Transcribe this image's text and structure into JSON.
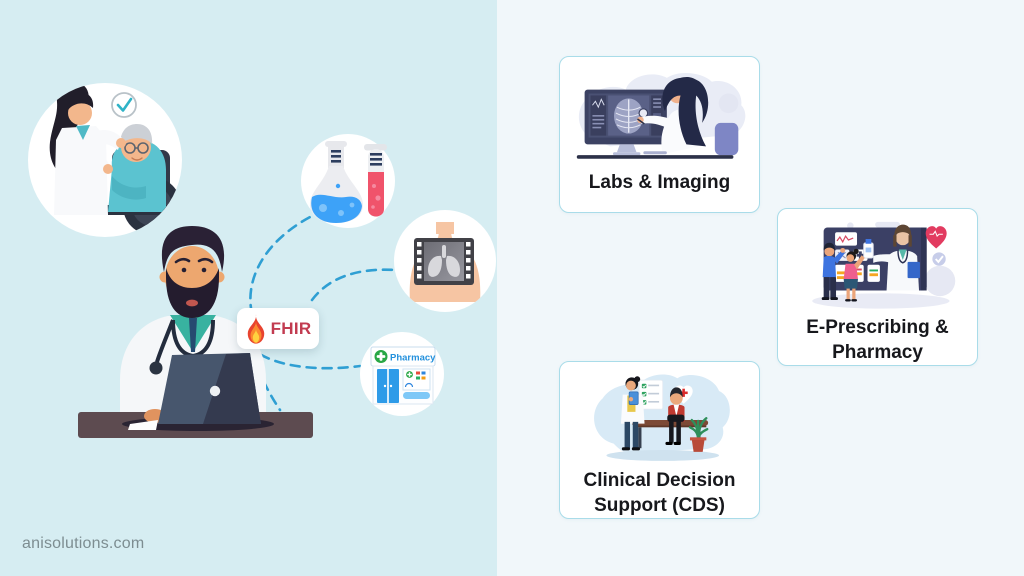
{
  "fhir_badge": {
    "label": "FHIR"
  },
  "pharmacy_sign": {
    "label": "Pharmacy"
  },
  "cards": [
    {
      "label": "Labs & Imaging"
    },
    {
      "label": "E-Prescribing & Pharmacy"
    },
    {
      "label": "Clinical Decision Support (CDS)"
    }
  ],
  "footer": {
    "website": "anisolutions.com"
  },
  "colors": {
    "left_background": "#d6edf2",
    "right_background": "#f1f7fa",
    "card_border": "#a9dce9",
    "connector_blue": "#2f9fd3",
    "fhir_text_red": "#c23b50",
    "flame_red": "#e8432f",
    "flame_orange": "#fb8a2f",
    "flame_yellow": "#ffd23f",
    "pharmacy_text_blue": "#2491dd",
    "pharmacy_green": "#28a745",
    "card_label_text": "#17181c",
    "footer_text": "#7d8d91"
  }
}
